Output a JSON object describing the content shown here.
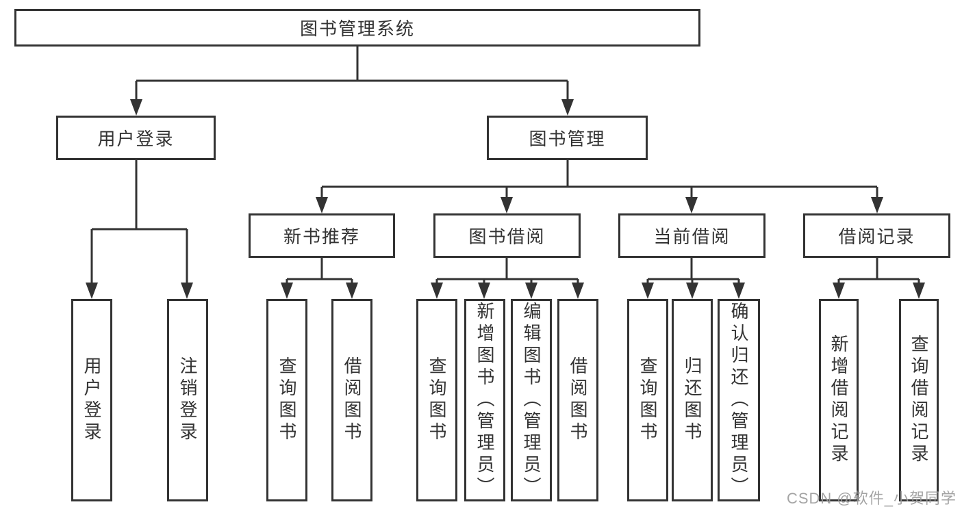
{
  "diagram": {
    "root": {
      "label": "图书管理系统"
    },
    "level2": [
      {
        "id": "user-login-module",
        "label": "用户登录"
      },
      {
        "id": "book-management-module",
        "label": "图书管理"
      }
    ],
    "level3": [
      {
        "parent": "图书管理",
        "id": "new-book-recommend",
        "label": "新书推荐"
      },
      {
        "parent": "图书管理",
        "id": "book-borrow",
        "label": "图书借阅"
      },
      {
        "parent": "图书管理",
        "id": "current-borrow",
        "label": "当前借阅"
      },
      {
        "parent": "图书管理",
        "id": "borrow-record",
        "label": "借阅记录"
      }
    ],
    "leaves": [
      {
        "parent": "用户登录",
        "label": "用户登录"
      },
      {
        "parent": "用户登录",
        "label": "注销登录"
      },
      {
        "parent": "新书推荐",
        "label": "查询图书"
      },
      {
        "parent": "新书推荐",
        "label": "借阅图书"
      },
      {
        "parent": "图书借阅",
        "label": "查询图书"
      },
      {
        "parent": "图书借阅",
        "label": "新增图书（管理员）"
      },
      {
        "parent": "图书借阅",
        "label": "编辑图书（管理员）"
      },
      {
        "parent": "图书借阅",
        "label": "借阅图书"
      },
      {
        "parent": "当前借阅",
        "label": "查询图书"
      },
      {
        "parent": "当前借阅",
        "label": "归还图书"
      },
      {
        "parent": "当前借阅",
        "label": "确认归还（管理员）"
      },
      {
        "parent": "借阅记录",
        "label": "新增借阅记录"
      },
      {
        "parent": "借阅记录",
        "label": "查询借阅记录"
      }
    ]
  },
  "watermark": {
    "text": "CSDN @软件_小贺同学"
  },
  "colors": {
    "line": "#333333",
    "border": "#333333",
    "text": "#333333",
    "background": "#ffffff",
    "watermark": "#9b9b9b"
  }
}
